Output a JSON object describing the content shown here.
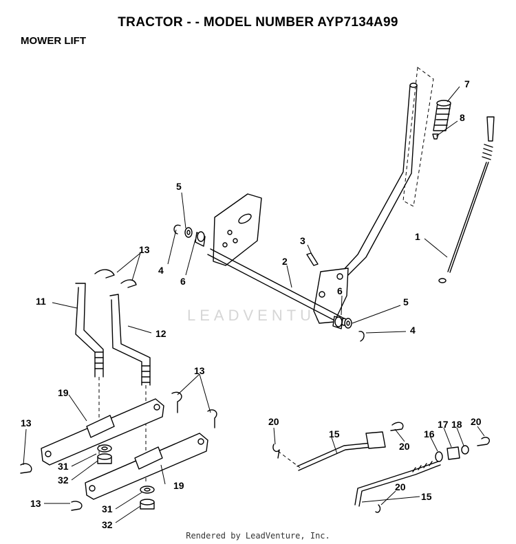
{
  "header": {
    "title": "TRACTOR - - MODEL NUMBER AYP7134A99",
    "section": "MOWER LIFT"
  },
  "watermark": "LEADVENTURE",
  "footer": "Rendered by LeadVenture, Inc.",
  "callouts": [
    "7",
    "8",
    "1",
    "5",
    "3",
    "2",
    "4",
    "6",
    "6",
    "5",
    "4",
    "13",
    "11",
    "12",
    "13",
    "19",
    "13",
    "31",
    "32",
    "19",
    "13",
    "31",
    "32",
    "20",
    "15",
    "20",
    "16",
    "17",
    "18",
    "20",
    "20",
    "15"
  ]
}
